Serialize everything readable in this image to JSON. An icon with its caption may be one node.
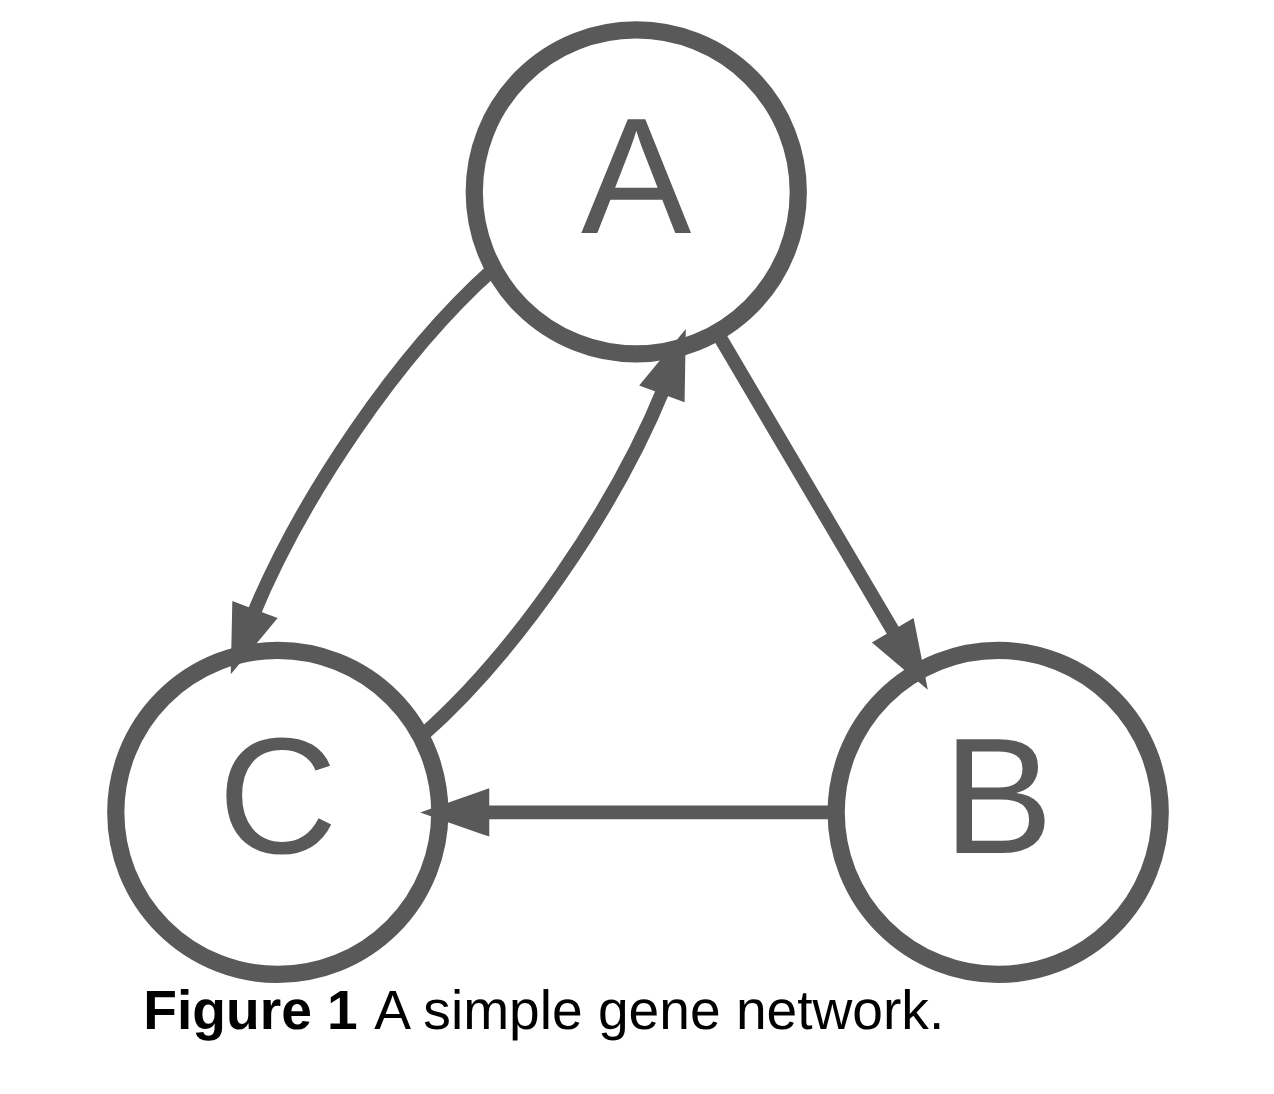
{
  "diagram": {
    "caption": "**Figure 1** A simple gene network.",
    "nodes": [
      {
        "text": [
          "A"
        ]
      },
      {
        "text": [
          "B"
        ]
      },
      {
        "text": [
          "C"
        ]
      }
    ],
    "edges": [
      {
        "from": 0,
        "to": 1,
        "arrow": "to"
      },
      {
        "from": 1,
        "to": 2,
        "arrow": "to"
      },
      {
        "from": 2,
        "to": 0,
        "arrow": "to"
      },
      {
        "from": 0,
        "to": 2,
        "arrow": "to"
      }
    ]
  }
}
